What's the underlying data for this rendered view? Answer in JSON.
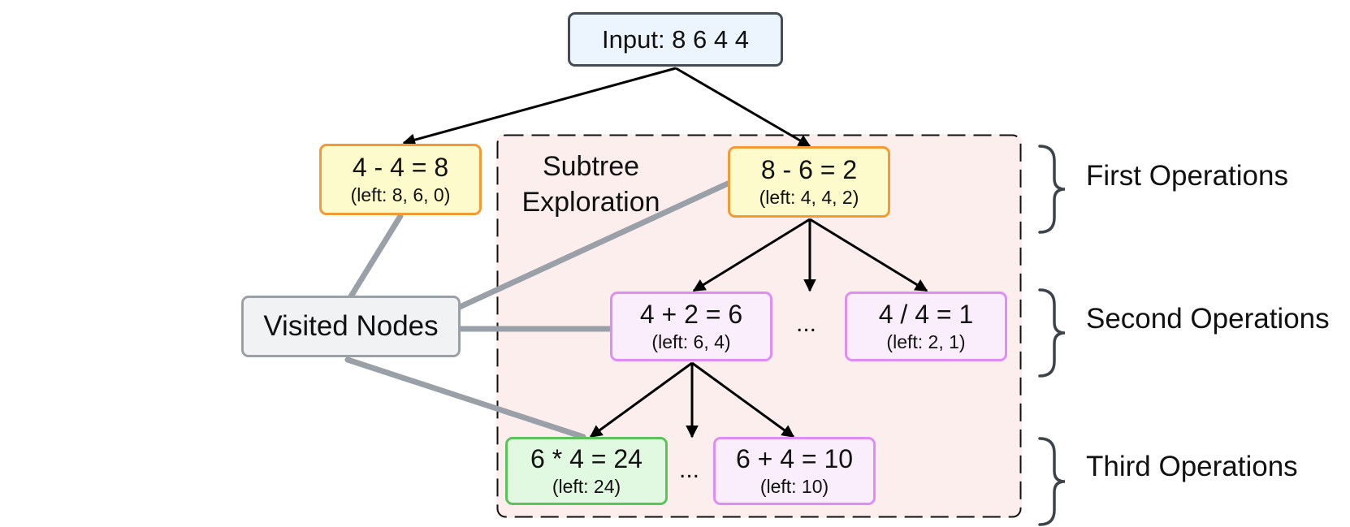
{
  "input_node": {
    "label": "Input: 8 6 4 4"
  },
  "subtree": {
    "label_line1": "Subtree",
    "label_line2": "Exploration"
  },
  "visited": {
    "label": "Visited Nodes"
  },
  "first_ops": [
    {
      "op": "4 - 4 = 8",
      "left": "(left: 8, 6, 0)"
    },
    {
      "op": "8 - 6 = 2",
      "left": "(left: 4, 4, 2)"
    }
  ],
  "second_ops": [
    {
      "op": "4 + 2 = 6",
      "left": "(left: 6, 4)"
    },
    {
      "op": "4 / 4 = 1",
      "left": "(left: 2, 1)"
    }
  ],
  "third_ops": [
    {
      "op": "6 * 4 = 24",
      "left": "(left: 24)",
      "status": "solution"
    },
    {
      "op": "6 + 4 = 10",
      "left": "(left: 10)"
    }
  ],
  "ellipsis": "...",
  "levels": [
    "First Operations",
    "Second Operations",
    "Third Operations"
  ],
  "colors": {
    "first_level": "#f39a34",
    "second_level": "#df8df5",
    "solution": "#5cc25c",
    "visited_link": "#9aa0a8",
    "subtree_bg": "#fdeeee"
  }
}
